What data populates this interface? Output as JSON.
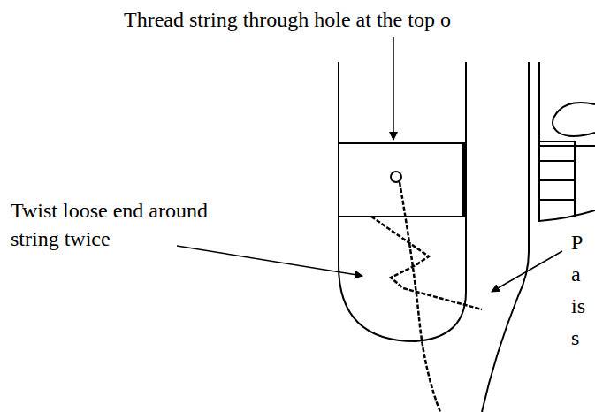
{
  "diagram": {
    "labels": [
      "Thread string through hole at the top o",
      "Twist loose end around string twice",
      "P a is s"
    ]
  }
}
